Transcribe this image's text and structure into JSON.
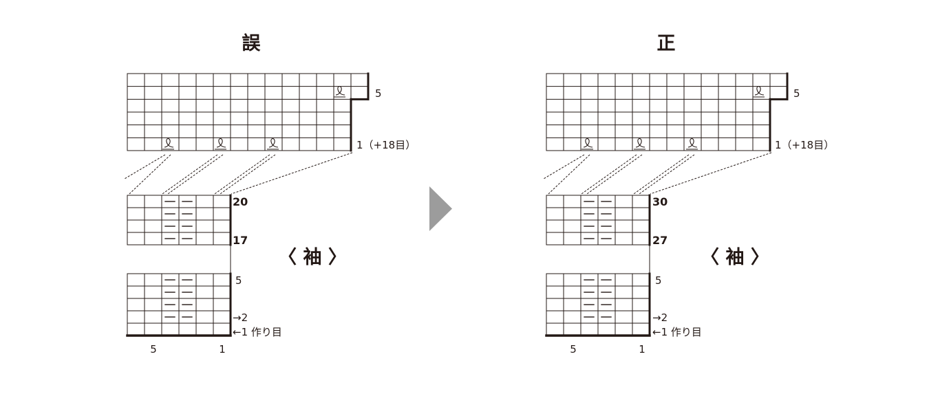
{
  "panels": [
    {
      "key": "wrong",
      "title": "誤",
      "top_row_label": "5",
      "bottom_row_label": "1（+18目）",
      "upper_top_label": "20",
      "upper_bottom_label": "17",
      "upper_label_color": "#e60012",
      "lower_top_label": "5",
      "row2_label": "→2",
      "row1_label": "←1 作り目",
      "col_left_label": "5",
      "col_right_label": "1",
      "sleeve_label": "〈 袖 〉"
    },
    {
      "key": "correct",
      "title": "正",
      "top_row_label": "5",
      "bottom_row_label": "1（+18目）",
      "upper_top_label": "30",
      "upper_bottom_label": "27",
      "upper_label_color": "#0075c2",
      "lower_top_label": "5",
      "row2_label": "→2",
      "row1_label": "←1 作り目",
      "col_left_label": "5",
      "col_right_label": "1",
      "sleeve_label": "〈 袖 〉"
    }
  ],
  "symbols": {
    "purl": "purl-symbol",
    "make_one": "twisted-increase-symbol",
    "arrow": "right-arrow"
  },
  "colors": {
    "line": "#231815",
    "arrow": "#9c9c9c",
    "wrong_numbers": "#e60012",
    "correct_numbers": "#0075c2"
  }
}
